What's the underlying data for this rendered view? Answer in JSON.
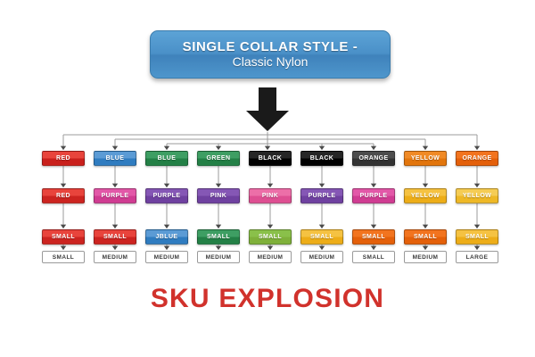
{
  "header": {
    "line1": "SINGLE COLLAR STYLE -",
    "line2": "Classic Nylon",
    "box_color": "#4a90c8"
  },
  "footer": {
    "title": "SKU EXPLOSION",
    "color": "#d1322c"
  },
  "arrow": {
    "name": "down-arrow",
    "color": "#1a1a1a"
  },
  "rows": [
    {
      "name": "color-row",
      "nodes": [
        {
          "label": "RED",
          "bg_top": "#e8443c",
          "bg_bottom": "#c9201c",
          "text": "#ffffff"
        },
        {
          "label": "BLUE",
          "bg_top": "#5b9bd5",
          "bg_bottom": "#2f7cc0",
          "text": "#ffffff"
        },
        {
          "label": "BLUE",
          "bg_top": "#3e9e63",
          "bg_bottom": "#238046",
          "text": "#ffffff"
        },
        {
          "label": "GREEN",
          "bg_top": "#3e9e63",
          "bg_bottom": "#238046",
          "text": "#ffffff"
        },
        {
          "label": "BLACK",
          "bg_top": "#262626",
          "bg_bottom": "#000000",
          "text": "#ffffff"
        },
        {
          "label": "BLACK",
          "bg_top": "#262626",
          "bg_bottom": "#000000",
          "text": "#ffffff"
        },
        {
          "label": "ORANGE",
          "bg_top": "#4d4d4d",
          "bg_bottom": "#333333",
          "text": "#ffffff"
        },
        {
          "label": "YELLOW",
          "bg_top": "#f08a26",
          "bg_bottom": "#e2750c",
          "text": "#ffffff"
        },
        {
          "label": "ORANGE",
          "bg_top": "#f2741f",
          "bg_bottom": "#e4600a",
          "text": "#ffffff"
        }
      ]
    },
    {
      "name": "variant-row",
      "nodes": [
        {
          "label": "RED",
          "bg_top": "#e8443c",
          "bg_bottom": "#cc2420",
          "text": "#ffffff"
        },
        {
          "label": "PURPLE",
          "bg_top": "#e258a8",
          "bg_bottom": "#d03c92",
          "text": "#ffffff"
        },
        {
          "label": "PURPLE",
          "bg_top": "#8557b5",
          "bg_bottom": "#6f41a0",
          "text": "#ffffff"
        },
        {
          "label": "PINK",
          "bg_top": "#8557b5",
          "bg_bottom": "#6f41a0",
          "text": "#ffffff"
        },
        {
          "label": "PINK",
          "bg_top": "#ec6fa8",
          "bg_bottom": "#de4f92",
          "text": "#ffffff"
        },
        {
          "label": "PURPLE",
          "bg_top": "#8557b5",
          "bg_bottom": "#6f41a0",
          "text": "#ffffff"
        },
        {
          "label": "PURPLE",
          "bg_top": "#e258a8",
          "bg_bottom": "#d03c92",
          "text": "#ffffff"
        },
        {
          "label": "YELLOW",
          "bg_top": "#f5c242",
          "bg_bottom": "#edad18",
          "text": "#ffffff"
        },
        {
          "label": "YELLOW",
          "bg_top": "#f5cc55",
          "bg_bottom": "#eeb826",
          "text": "#ffffff"
        }
      ]
    },
    {
      "name": "size-row",
      "nodes": [
        {
          "label": "SMALL",
          "bg_top": "#e8443c",
          "bg_bottom": "#cc2420",
          "text": "#ffffff"
        },
        {
          "label": "SMALL",
          "bg_top": "#e8443c",
          "bg_bottom": "#cc2420",
          "text": "#ffffff"
        },
        {
          "label": "JBLUE",
          "bg_top": "#5b9bd5",
          "bg_bottom": "#2f7cc0",
          "text": "#ffffff"
        },
        {
          "label": "SMALL",
          "bg_top": "#3e9e63",
          "bg_bottom": "#238046",
          "text": "#ffffff"
        },
        {
          "label": "SMALL",
          "bg_top": "#96c council",
          "bg_top2": "",
          "bg_bottom": "#7fb03a",
          "text": "#ffffff"
        },
        {
          "label": "SMALL",
          "bg_top": "#f5c242",
          "bg_bottom": "#edad18",
          "text": "#ffffff"
        },
        {
          "label": "SMALL",
          "bg_top": "#f2741f",
          "bg_bottom": "#e4600a",
          "text": "#ffffff"
        },
        {
          "label": "SMALL",
          "bg_top": "#f2741f",
          "bg_bottom": "#e4600a",
          "text": "#ffffff"
        },
        {
          "label": "SMALL",
          "bg_top": "#f5c242",
          "bg_bottom": "#edad18",
          "text": "#ffffff"
        }
      ]
    },
    {
      "name": "sku-row",
      "nodes": [
        {
          "label": "SMALL"
        },
        {
          "label": "MEDIUM"
        },
        {
          "label": "MEDIUM"
        },
        {
          "label": "MEDIUM"
        },
        {
          "label": "MEDIUM"
        },
        {
          "label": "MEDIUM"
        },
        {
          "label": "SMALL"
        },
        {
          "label": "MEDIUM"
        },
        {
          "label": "LARGE"
        }
      ]
    }
  ]
}
